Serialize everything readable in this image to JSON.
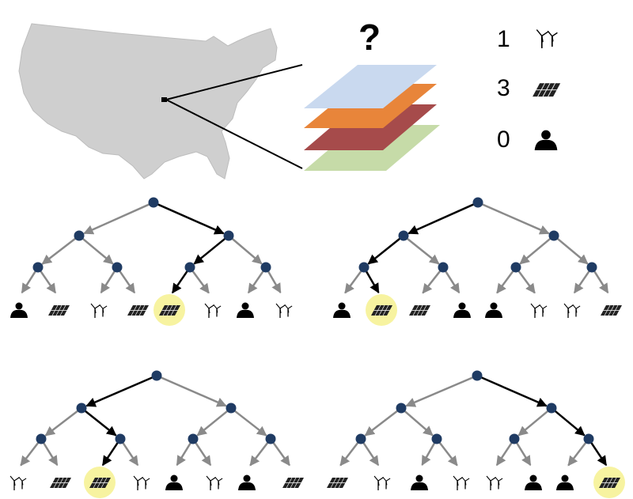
{
  "question_mark": "?",
  "legend": [
    {
      "count": "1",
      "icon": "wind-turbine-icon"
    },
    {
      "count": "3",
      "icon": "solar-panel-icon"
    },
    {
      "count": "0",
      "icon": "person-icon"
    }
  ],
  "layers": [
    {
      "name": "layer-blue",
      "fill": "#c9d9ef"
    },
    {
      "name": "layer-orange",
      "fill": "#e8853a"
    },
    {
      "name": "layer-red",
      "fill": "#a64b4b"
    },
    {
      "name": "layer-green",
      "fill": "#c6dba8"
    }
  ],
  "colors": {
    "map": "#cfcfcf",
    "node": "#1f3b63",
    "edge_default": "#8a8a8a",
    "edge_path": "#000000",
    "highlight": "#f7f3a0"
  },
  "trees": [
    {
      "path": "RLL",
      "leaves": [
        "person",
        "solar",
        "wind",
        "solar",
        "solar",
        "wind",
        "person",
        "wind"
      ]
    },
    {
      "path": "LLR",
      "leaves": [
        "person",
        "solar",
        "solar",
        "person",
        "person",
        "wind",
        "wind",
        "solar"
      ]
    },
    {
      "path": "LRL",
      "leaves": [
        "wind",
        "solar",
        "solar",
        "wind",
        "person",
        "wind",
        "person",
        "solar"
      ]
    },
    {
      "path": "RRR",
      "leaves": [
        "solar",
        "wind",
        "person",
        "wind",
        "wind",
        "person",
        "person",
        "solar"
      ]
    }
  ]
}
